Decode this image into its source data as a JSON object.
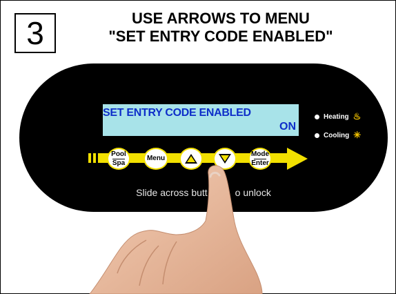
{
  "step": "3",
  "title": {
    "line1": "USE ARROWS TO MENU",
    "line2": "\"SET ENTRY CODE ENABLED\""
  },
  "display": {
    "line1": "SET ENTRY CODE ENABLED",
    "line2": "ON"
  },
  "indicators": [
    {
      "label": "Heating",
      "icon": "heating-icon",
      "symbol": "♨"
    },
    {
      "label": "Cooling",
      "icon": "cooling-icon",
      "symbol": "✳"
    }
  ],
  "buttons": {
    "pool_spa_top": "Pool",
    "pool_spa_bottom": "Spa",
    "menu": "Menu",
    "mode_enter_top": "Mode",
    "mode_enter_bottom": "Enter"
  },
  "slide_text": "Slide across butt",
  "slide_text_end": "o unlock",
  "colors": {
    "panel": "#000000",
    "lcd_background": "#a8e3e9",
    "lcd_text": "#0e2ec9",
    "accent_yellow": "#f2e000"
  }
}
